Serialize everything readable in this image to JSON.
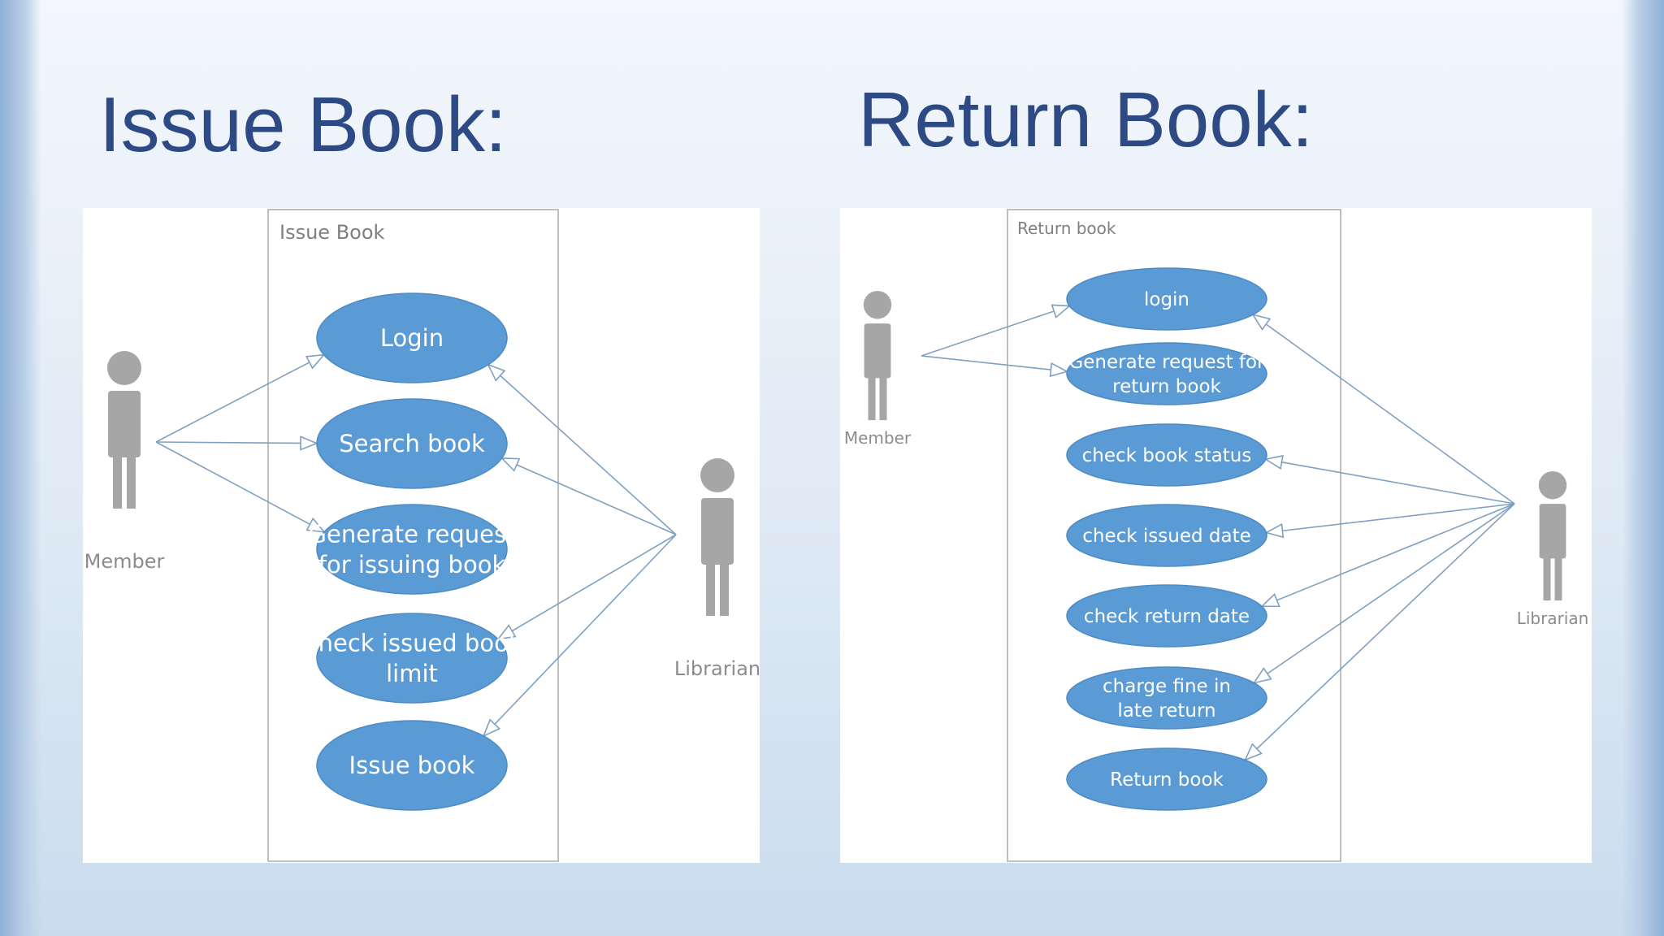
{
  "colors": {
    "title": "#2e4a85",
    "use_case_fill": "#5b9bd5",
    "use_case_stroke": "#4e8bc4",
    "use_case_text": "#ffffff",
    "actor": "#a6a6a6",
    "association_line": "#7fa0c0",
    "system_boundary": "#bfbfbf"
  },
  "issue_book": {
    "heading": "Issue Book:",
    "system_label": "Issue Book",
    "actor_left": "Member",
    "actor_right": "Librarian",
    "use_cases": [
      {
        "lines": [
          "Login"
        ]
      },
      {
        "lines": [
          "Search book"
        ]
      },
      {
        "lines": [
          "Generate request",
          "for issuing book"
        ]
      },
      {
        "lines": [
          "Check issued book",
          "limit"
        ]
      },
      {
        "lines": [
          "Issue book"
        ]
      }
    ],
    "member_links": [
      0,
      1,
      2
    ],
    "librarian_links": [
      0,
      1,
      3,
      4
    ]
  },
  "return_book": {
    "heading": "Return Book:",
    "system_label": "Return book",
    "actor_left": "Member",
    "actor_right": "Librarian",
    "use_cases": [
      {
        "lines": [
          "login"
        ]
      },
      {
        "lines": [
          "Generate request for",
          "return book"
        ]
      },
      {
        "lines": [
          "check book status"
        ]
      },
      {
        "lines": [
          "check issued date"
        ]
      },
      {
        "lines": [
          "check return date"
        ]
      },
      {
        "lines": [
          "charge fine in",
          "late return"
        ]
      },
      {
        "lines": [
          "Return book"
        ]
      }
    ],
    "member_links": [
      0,
      1
    ],
    "librarian_links": [
      0,
      2,
      3,
      4,
      5,
      6
    ]
  }
}
